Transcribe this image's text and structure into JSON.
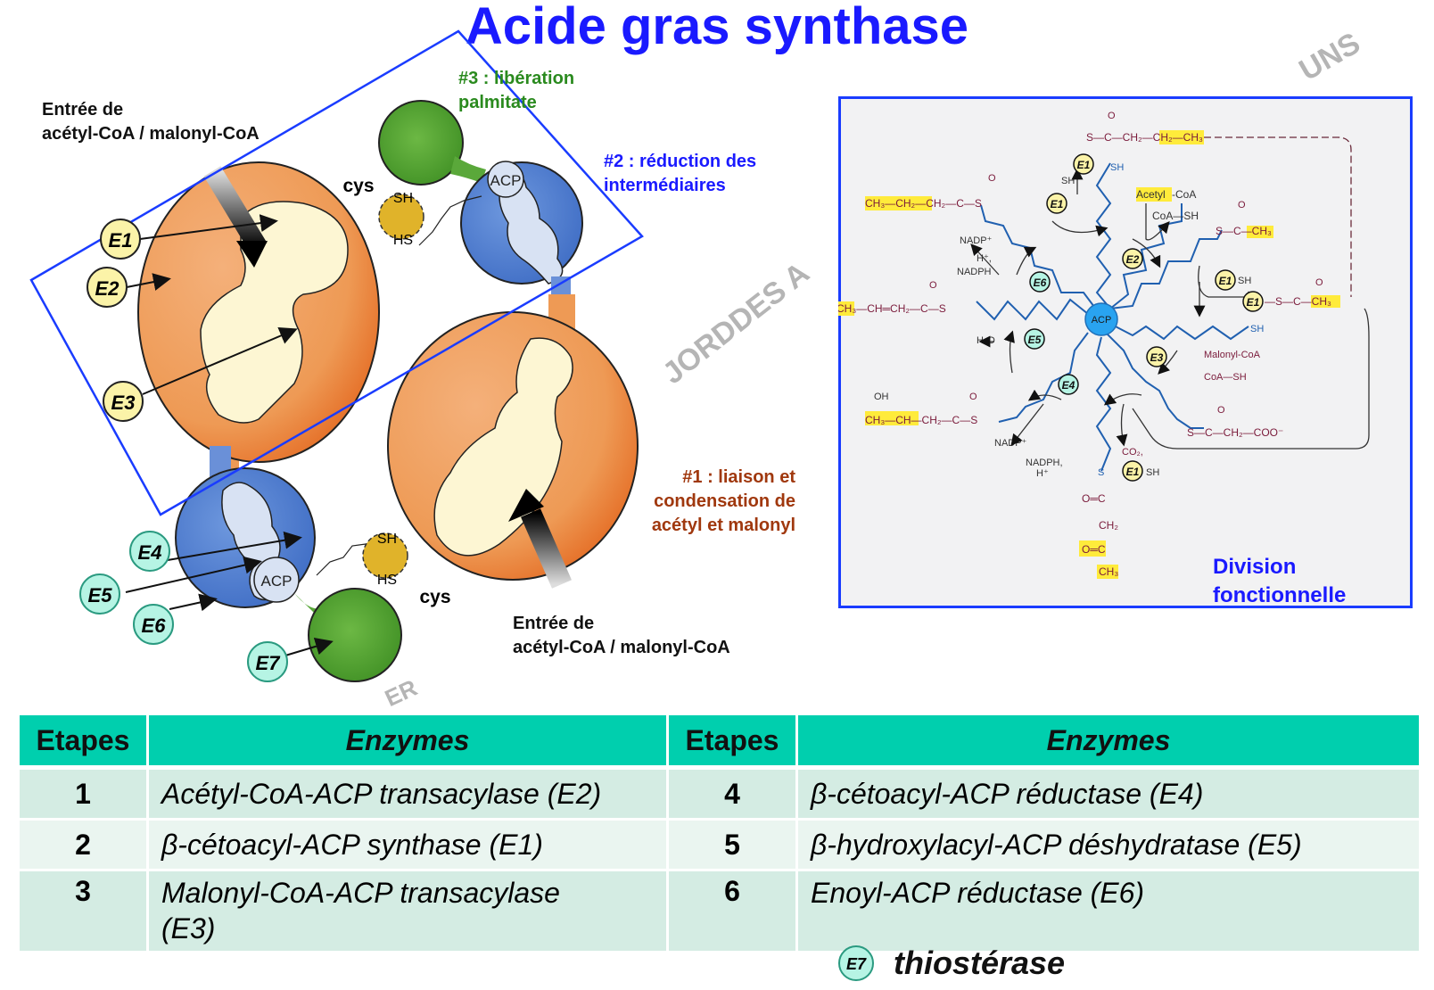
{
  "title": "Acide gras synthase",
  "colors": {
    "title": "#1a1aff",
    "table_header": "#00cfae",
    "row_dark": "#d4ece3",
    "row_light": "#eaf5f0",
    "enzyme_yellow": "#fbf3a8",
    "enzyme_teal": "#b6f4e4",
    "orange": "#f0a060",
    "blue_domain": "#5b86d6",
    "green_domain": "#5aaa35"
  },
  "labels": {
    "entry_top_line1": "Entrée de",
    "entry_top_line2": "acétyl-CoA / malonyl-CoA",
    "entry_bottom_line1": "Entrée de",
    "entry_bottom_line2": "acétyl-CoA / malonyl-CoA",
    "step3_line1": "#3 : libération",
    "step3_line2": "palmitate",
    "step2_line1": "#2 : réduction des",
    "step2_line2": "intermédiaires",
    "step1_line1": "#1 : liaison et",
    "step1_line2": "condensation de",
    "step1_line3": "acétyl et  malonyl",
    "cys_top": "cys",
    "cys_bottom": "cys",
    "sh": "SH",
    "hs": "HS",
    "acp": "ACP"
  },
  "enzyme_badges": {
    "e1": "E1",
    "e2": "E2",
    "e3": "E3",
    "e4": "E4",
    "e5": "E5",
    "e6": "E6",
    "e7": "E7"
  },
  "watermarks": {
    "center": "JORDDES A",
    "top_right": "UNS",
    "bottom": "ER"
  },
  "panel": {
    "label_line1": "Division",
    "label_line2": "fonctionnelle",
    "chem": {
      "top_chain": "S—C—CH₂—CH₂—CH₃",
      "o": "O",
      "sh": "SH",
      "butyryl": "CH₃—CH₂—CH₂—C—S",
      "acetyl_coa": "Acetyl",
      "acetyl_coa_suffix": "-CoA",
      "coa_sh": "CoA—SH",
      "acetyl_thio": "S—C—CH₃",
      "nadp_plus": "NADP⁺",
      "h_plus": "H⁺,",
      "nadph": "NADPH",
      "crotonyl": "CH₃—CH═CH₂—C—S",
      "e1_acetyl": "—S—C—CH₃",
      "acp": "ACP",
      "h2o": "H₂O",
      "malonyl_coa": "Malonyl-CoA",
      "hydroxy_oh": "OH",
      "hydroxybutyryl": "CH₃—CH—CH₂—C—S",
      "malonyl_thio": "S—C—CH₂—COO⁻",
      "nadp_plus_2": "NADP⁺",
      "nadph_2": "NADPH,",
      "h_plus_2": "H⁺",
      "co2": "CO₂,",
      "s": "S",
      "oc": "O═C",
      "ch2": "CH₂",
      "oc2": "O═C",
      "ch3": "CH₃"
    }
  },
  "table": {
    "headers": [
      "Etapes",
      "Enzymes",
      "Etapes",
      "Enzymes"
    ],
    "rows": [
      {
        "step_a": "1",
        "enzyme_a": "Acétyl-CoA-ACP transacylase (E2)",
        "step_b": "4",
        "enzyme_b": "β-cétoacyl-ACP réductase (E4)"
      },
      {
        "step_a": "2",
        "enzyme_a": "β-cétoacyl-ACP synthase (E1)",
        "step_b": "5",
        "enzyme_b": "β-hydroxylacyl-ACP déshydratase (E5)"
      },
      {
        "step_a": "3",
        "enzyme_a": "Malonyl-CoA-ACP transacylase (E3)",
        "step_b": "6",
        "enzyme_b": "Enoyl-ACP réductase (E6)"
      }
    ],
    "extra_badge": "E7",
    "extra_label": "thiostérase"
  }
}
